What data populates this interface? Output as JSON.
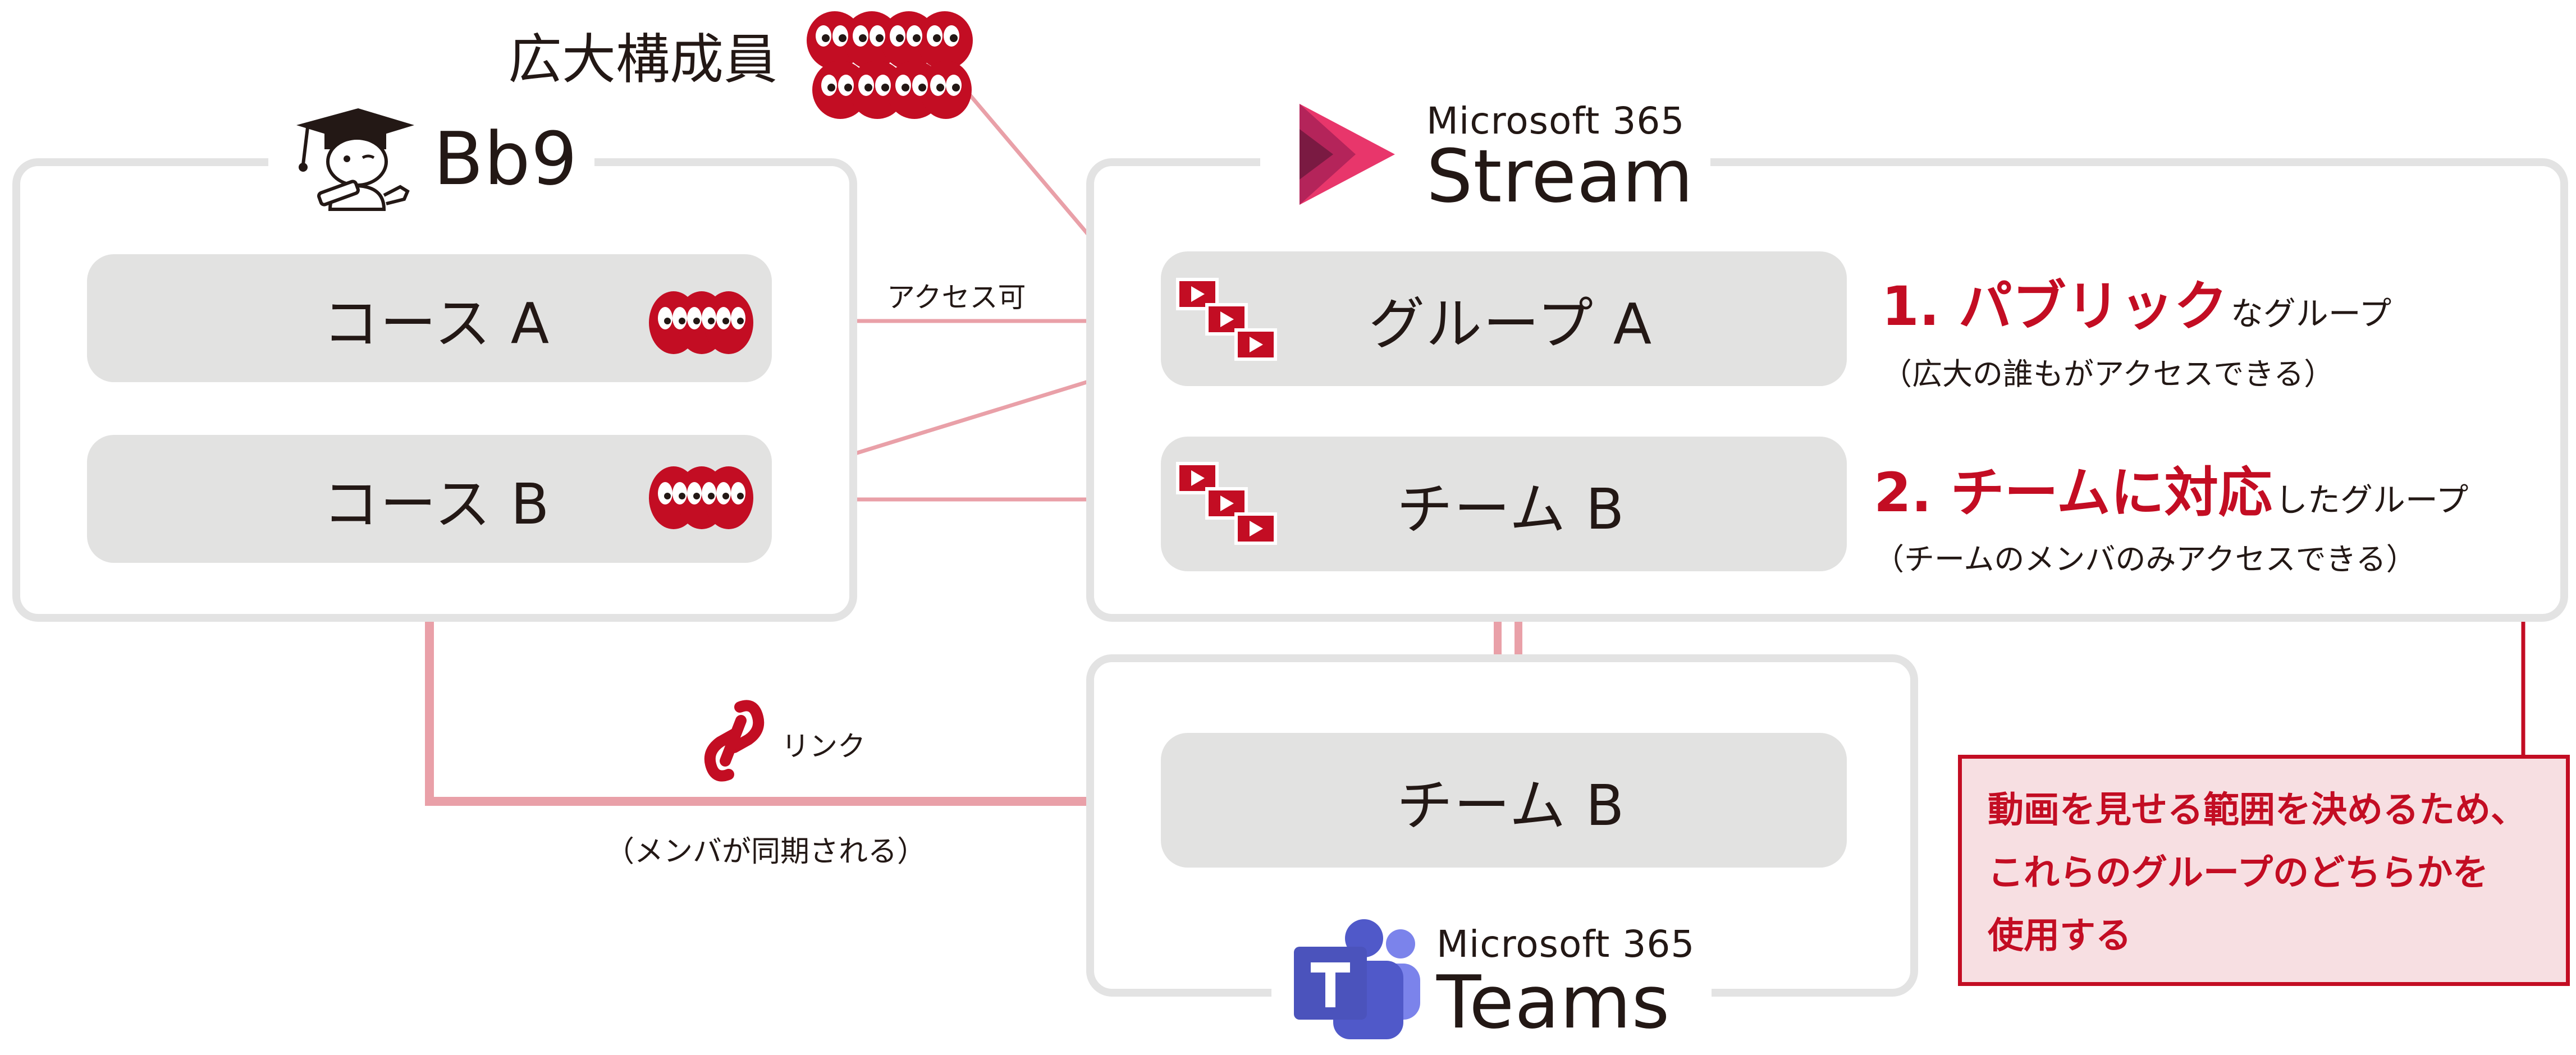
{
  "members_label": "広大構成員",
  "bb9": {
    "title": "Bb9",
    "course_a": "コース A",
    "course_b": "コース B"
  },
  "stream": {
    "brand": "Microsoft 365",
    "title": "Stream",
    "group_a": "グループ A",
    "team_b": "チーム B"
  },
  "teams": {
    "brand": "Microsoft 365",
    "title": "Teams",
    "team_b": "チーム B"
  },
  "connectors": {
    "access_label": "アクセス可",
    "link_label": "リンク",
    "sync_label": "（メンバが同期される）"
  },
  "notes": {
    "public_num": "1. パブリック",
    "public_suffix": "なグループ",
    "public_desc": "（広大の誰もがアクセスできる）",
    "team_num": "2. チームに対応",
    "team_suffix": "したグループ",
    "team_desc": "（チームのメンバのみアクセスできる）"
  },
  "callout": {
    "line1": "動画を見せる範囲を決めるため、",
    "line2": "これらのグループのどちらかを",
    "line3": "使用する"
  },
  "colors": {
    "accent_red": "#c30d23",
    "arrow_pink": "#e9a0a8",
    "frame_gray": "#e3e3e3",
    "pill_gray": "#e2e2e1",
    "callout_bg": "#f7dfe2",
    "stream_pink": "#e8366b",
    "teams_purple": "#4b53bc"
  },
  "icons": [
    "graduate-mascot-icon",
    "people-group-icon",
    "video-stack-icon",
    "link-icon",
    "stream-logo-icon",
    "teams-logo-icon"
  ]
}
